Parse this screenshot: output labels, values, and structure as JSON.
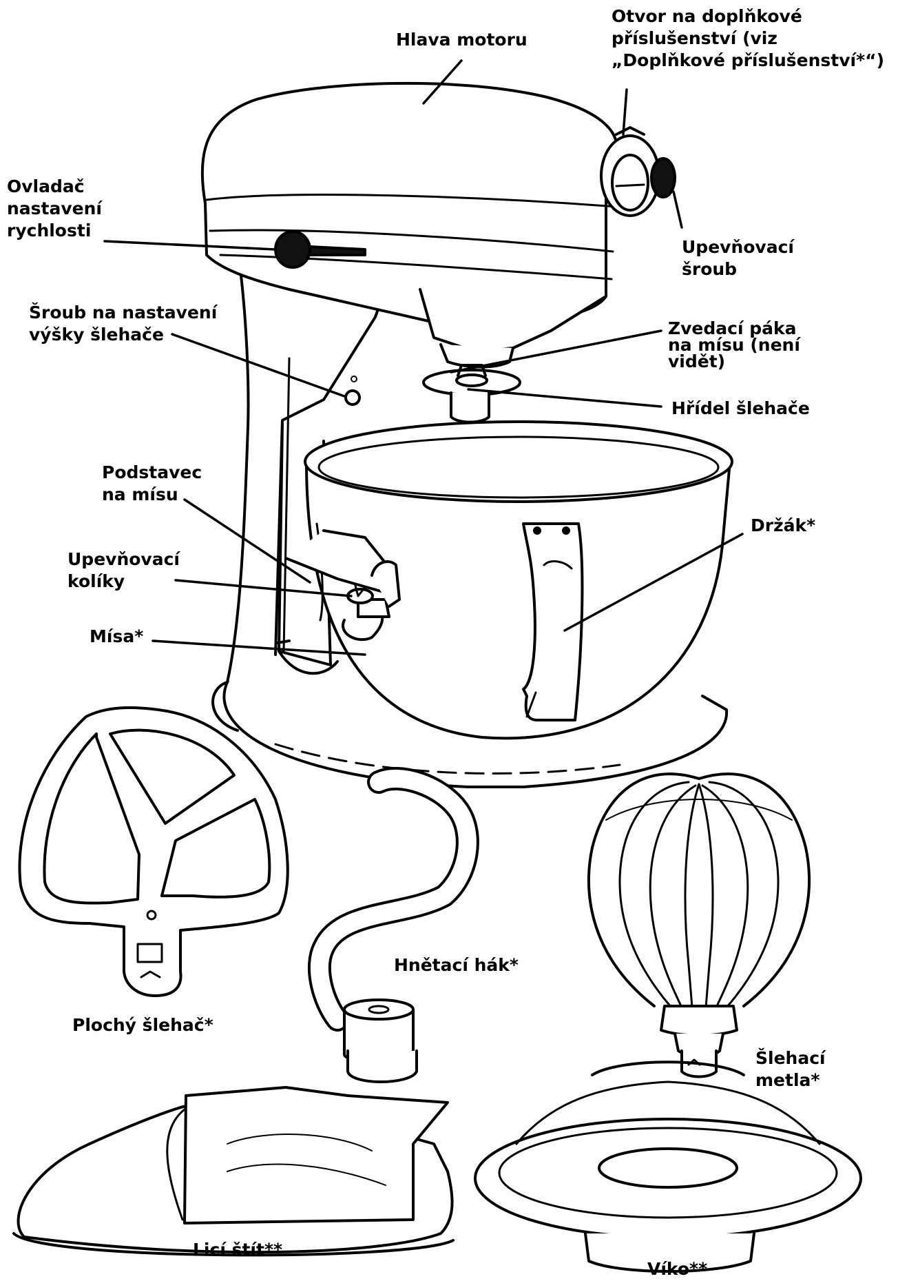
{
  "labels": {
    "motor_head": "Hlava motoru",
    "attachment_hub": [
      "Otvor na doplňkové",
      "příslušenství (viz",
      "„Doplňkové příslušenství*“)"
    ],
    "speed_control": [
      "Ovladač",
      "nastavení",
      "rychlosti"
    ],
    "attachment_knob": [
      "Upevňovací",
      "šroub"
    ],
    "beater_height_screw": [
      "Šroub na nastavení",
      "výšky šlehače"
    ],
    "bowl_lift_lever": [
      "Zvedací páka",
      "na mísu (není",
      "vidět)"
    ],
    "beater_shaft": "Hřídel šlehače",
    "bowl_support": [
      "Podstavec",
      "na mísu"
    ],
    "handle": "Držák*",
    "locating_pins": [
      "Upevňovací",
      "kolíky"
    ],
    "bowl": "Mísa*",
    "dough_hook": "Hnětací hák*",
    "flat_beater": "Plochý šlehač*",
    "wire_whip": [
      "Šlehací",
      "metla*"
    ],
    "pouring_shield": "Licí štít**",
    "lid": "Víko**"
  }
}
